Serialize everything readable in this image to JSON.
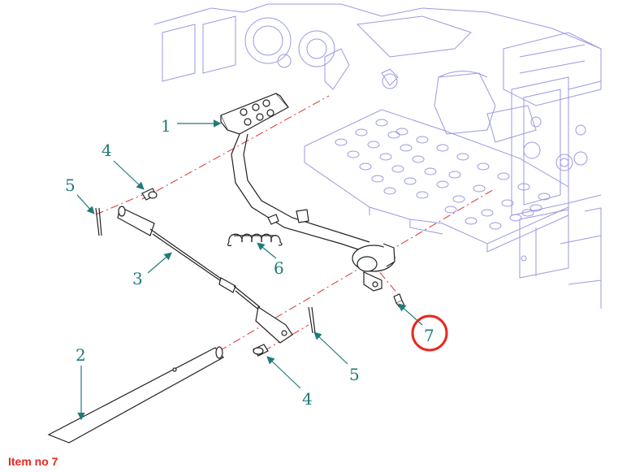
{
  "caption": "Item no 7",
  "callouts": [
    {
      "number": "1"
    },
    {
      "number": "2"
    },
    {
      "number": "3"
    },
    {
      "number": "4"
    },
    {
      "number": "4"
    },
    {
      "number": "5"
    },
    {
      "number": "5"
    },
    {
      "number": "6"
    },
    {
      "number": "7"
    }
  ],
  "colors": {
    "background_machine": "#8f8fd8",
    "part_lines": "#222222",
    "callout": "#1f7a7a",
    "centerline": "#e03030",
    "highlight": "#e8281e"
  }
}
